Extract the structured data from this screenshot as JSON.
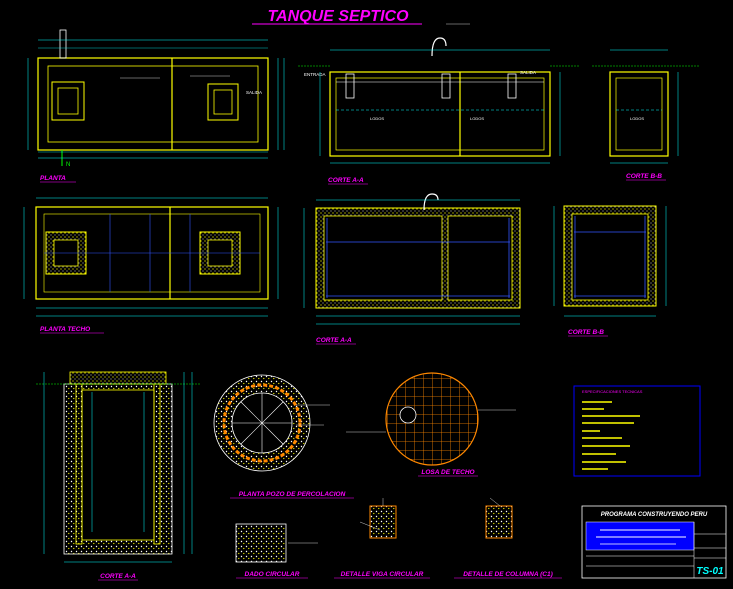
{
  "drawing": {
    "title": "TANQUE SEPTICO",
    "sheet_code": "TS-01"
  },
  "views": {
    "planta": "PLANTA",
    "corte_aa_top": "CORTE A-A",
    "corte_bb_top": "CORTE B-B",
    "planta_techo": "PLANTA TECHO",
    "corte_aa_mid": "CORTE A-A",
    "corte_bb_mid": "CORTE B-B",
    "corte_aa_bottom": "CORTE A-A",
    "planta_pozo": "PLANTA POZO DE PERCOLACION",
    "losa_techo": "LOSA DE TECHO",
    "dado_circular": "DADO CIRCULAR",
    "detalle_viga": "DETALLE VIGA CIRCULAR",
    "detalle_columna": "DETALLE DE COLUMNA (C1)"
  },
  "annotations": {
    "salida": "SALIDA",
    "entrada": "ENTRADA",
    "lodos": "LODOS",
    "n": "N"
  },
  "specs": {
    "heading": "ESPECIFICACIONES TECNICAS"
  },
  "title_block": {
    "program": "PROGRAMA CONSTRUYENDO PERU"
  },
  "colors": {
    "background": "#000000",
    "walls": "#ffff00",
    "dimensions": "#00ffff",
    "labels": "#ff00ff",
    "secondary": "#ffffff",
    "rebar": "#3355ff",
    "soil": "#ff8800",
    "specs_text": "#ffff00",
    "title_block": "#0000ff"
  }
}
